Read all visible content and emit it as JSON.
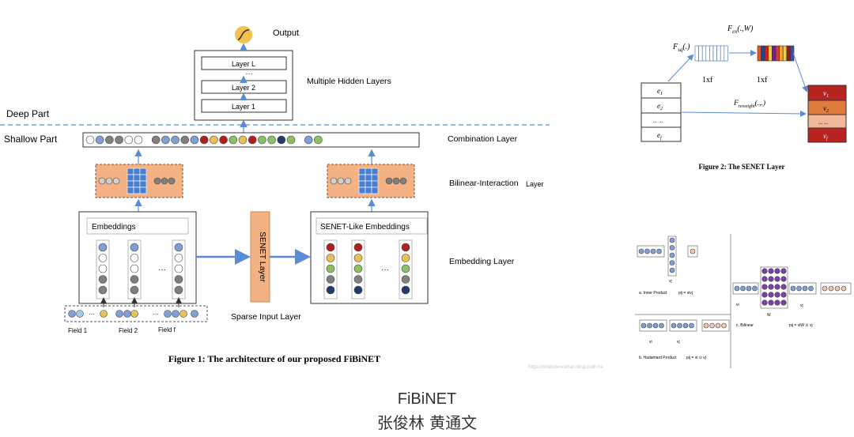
{
  "fig1": {
    "output": "Output",
    "layer_l": "Layer L",
    "dots": "···",
    "layer_2": "Layer 2",
    "layer_1": "Layer 1",
    "hidden_layers": "Multiple Hidden Layers",
    "deep_part": "Deep Part",
    "shallow_part": "Shallow Part",
    "combination_layer": "Combination Layer",
    "bilinear_layer_a": "Bilinear-Interaction",
    "bilinear_layer_b": "Layer",
    "embeddings": "Embeddings",
    "senet_like": "SENET-Like Embeddings",
    "senet_layer": "SENET Layer",
    "embedding_layer": "Embedding Layer",
    "sparse_input": "Sparse Input Layer",
    "field_1": "Field 1",
    "field_2": "Field 2",
    "field_f": "Field f",
    "caption": "Figure 1: The architecture of our proposed FiBiNET"
  },
  "fig2": {
    "fsq": "F",
    "fsq_sub": "sq",
    "fsq_args": "(.)",
    "fex": "F",
    "fex_sub": "ex",
    "fex_args": "(.,W)",
    "one_by_f_1": "1xf",
    "one_by_f_2": "1xf",
    "freweight": "F",
    "freweight_sub": "reweight",
    "freweight_args": "(.,.)",
    "e1": "e",
    "e1_sub": "1",
    "e2": "e",
    "e2_sub": "2",
    "e_dots": "... ...",
    "ef": "e",
    "ef_sub": "f",
    "v1": "v",
    "v1_sub": "1",
    "v2": "v",
    "v2_sub": "2",
    "v_dots": "... ...",
    "vf": "v",
    "vf_sub": "f",
    "caption": "Figure 2: The SENET Layer"
  },
  "fig3": {
    "vi_t": "vj",
    "inner_product": "a. Inner Product",
    "inner_formula": "pij = vivj",
    "bilinear_vi": "vi",
    "bilinear_w": "W",
    "bilinear_vj": "vj",
    "bilinear": "c. Bilinear",
    "bilinear_formula": "pij = viW ⊙ vj",
    "had_vi": "vi",
    "had_vj": "vj",
    "hadamard": "b. Hadamard Product",
    "had_formula": "pij = vi ⊙ vj",
    "watermark": "https://brianoleocehan.blog.csdn.ne"
  },
  "footer": {
    "title": "FiBiNET",
    "authors": "张俊林 黄通文"
  },
  "colors": {
    "blue_node": "#7f9fd6",
    "gray_node": "#808080",
    "red_node": "#b01f1f",
    "yellow_node": "#e8c15a",
    "green_node": "#8cc063",
    "navy_node": "#1f3c6b",
    "orange_box": "#f4b183",
    "dash_blue": "#5b8bd6",
    "arrow_blue": "#5b8bd6"
  }
}
